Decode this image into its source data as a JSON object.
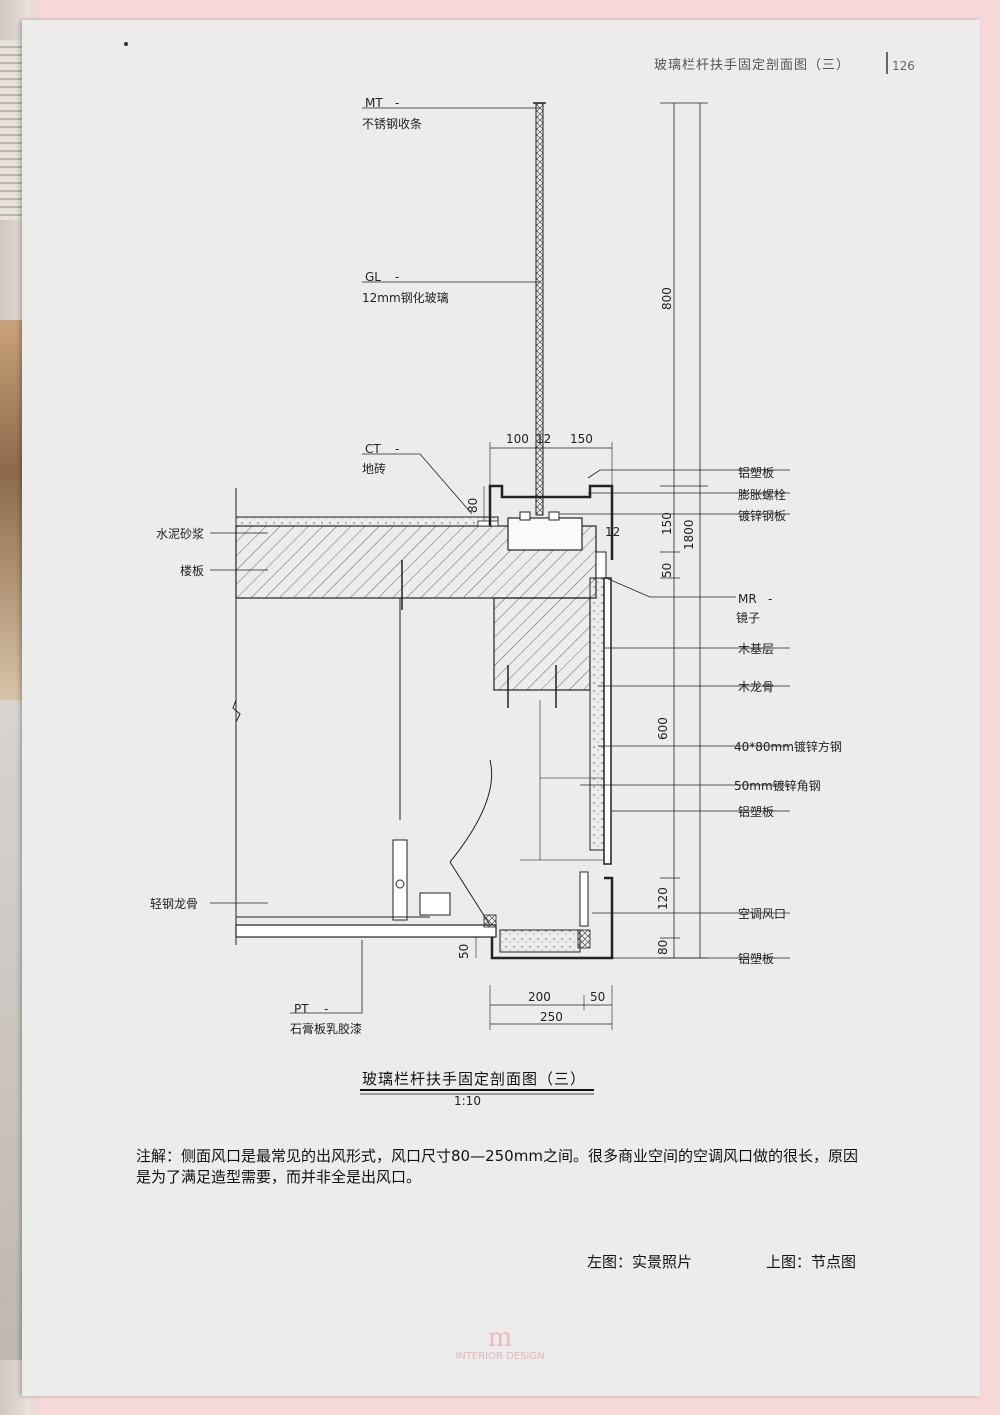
{
  "header": {
    "title": "玻璃栏杆扶手固定剖面图（三）",
    "page_number": "126"
  },
  "callouts": [
    {
      "code": "MT",
      "dash": "-",
      "desc": "不锈钢收条"
    },
    {
      "code": "GL",
      "dash": "-",
      "desc": "12mm钢化玻璃"
    },
    {
      "code": "CT",
      "dash": "-",
      "desc": "地砖"
    },
    {
      "code": "MR",
      "dash": "-",
      "desc": "镜子"
    },
    {
      "code": "PT",
      "dash": "-",
      "desc": "石膏板乳胶漆"
    }
  ],
  "left_labels": [
    "水泥砂浆",
    "楼板",
    "轻钢龙骨"
  ],
  "right_labels": [
    "铝塑板",
    "膨胀螺栓",
    "镀锌钢板",
    "木基层",
    "木龙骨",
    "40*80mm镀锌方钢",
    "50mm镀锌角钢",
    "铝塑板",
    "空调风口",
    "铝塑板"
  ],
  "dimensions": {
    "top": [
      "100",
      "12",
      "150"
    ],
    "left_80": "80",
    "left_50": "50",
    "small_12": "12",
    "vertical": [
      "800",
      "150",
      "1800",
      "50",
      "600",
      "120",
      "80"
    ],
    "bottom": [
      "200",
      "50",
      "250"
    ]
  },
  "caption": {
    "title": "玻璃栏杆扶手固定剖面图（三）",
    "scale": "1:10"
  },
  "note": "注解：侧面风口是最常见的出风形式，风口尺寸80—250mm之间。很多商业空间的空调风口做的很长，原因是为了满足造型需要，而并非全是出风口。",
  "footer": {
    "left": "左图：实景照片",
    "right": "上图：节点图"
  },
  "watermark": {
    "logo": "m",
    "text": "INTERIOR DESIGN"
  }
}
